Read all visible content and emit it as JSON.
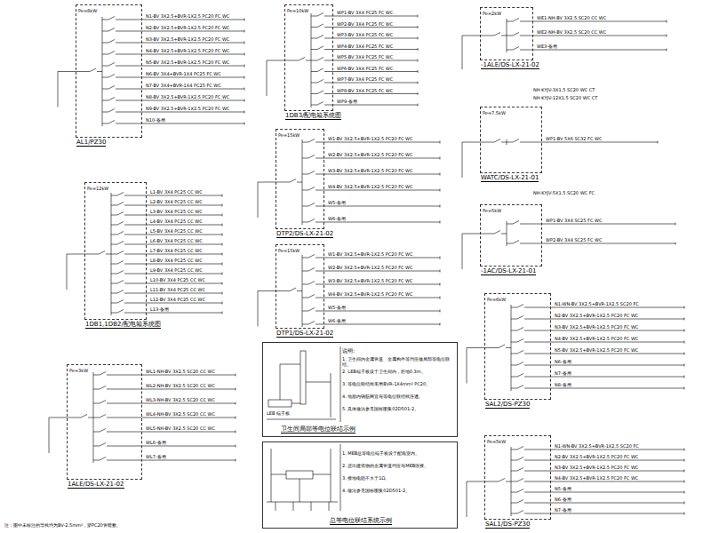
{
  "diagram": {
    "nodes": [
      {
        "text": [
          "AL1/PZ30"
        ]
      },
      {
        "text": [
          "1DB1,1DB2/配电箱系统图"
        ]
      },
      {
        "text": [
          "1ALE/DS-LX-21-02"
        ]
      },
      {
        "text": [
          "1DB3/配电箱系统图"
        ]
      },
      {
        "text": [
          "DTP2/DS-LX-21-02"
        ]
      },
      {
        "text": [
          "DTP1/DS-LX-21-02"
        ]
      },
      {
        "text": [
          "-1ALE/DS-LX-21-02"
        ]
      },
      {
        "text": [
          "WATC/DS-LX-21-01"
        ]
      },
      {
        "text": [
          "-1AC/DS-LX-21-01"
        ]
      },
      {
        "text": [
          "SAL2/DS-PZ30"
        ]
      },
      {
        "text": [
          "SAL1/DS-PZ30"
        ]
      },
      {
        "text": [
          "卫生间局部等电位联结示例"
        ]
      },
      {
        "text": [
          "总等电位联结系统示例"
        ]
      }
    ],
    "labels": [
      "N1-BV 3X2.5+BVR-1X2.5 PC20 FC WC",
      "N2-BV 3X2.5+BVR-1X2.5 PC20 FC WC",
      "N3-BV 3X2.5+BVR-1X2.5 PC20 FC WC",
      "N4-BV 3X2.5+BVR-1X2.5 PC20 FC WC",
      "N5-BV 3X2.5+BVR-1X2.5 PC20 FC WC",
      "N6-BV 3X4+BVR-1X4 PC25 FC WC",
      "N7-BV 3X4+BVR-1X4 PC25 FC WC",
      "N8-BV 3X2.5+BVR-1X2.5 PC20 FC WC",
      "N9-BV 3X2.5+BVR-1X2.5 PC20 FC WC",
      "N10-备用",
      "L1-BV 3X4 PC25 CC WC",
      "L2-BV 3X4 PC25 CC WC",
      "L3-BV 3X4 PC25 CC WC",
      "L4-BV 3X4 PC25 CC WC",
      "L5-BV 3X4 PC25 CC WC",
      "L6-BV 3X4 PC25 CC WC",
      "L7-BV 3X4 PC25 CC WC",
      "L8-BV 3X4 PC25 CC WC",
      "L9-BV 3X4 PC25 CC WC",
      "L10-BV 3X4 PC25 CC WC",
      "L11-BV 3X4 PC25 CC WC",
      "L12-BV 3X4 PC25 CC WC",
      "L13-备用",
      "WL1-NH-BV 3X2.5 SC20 CC WC",
      "WL2-NH-BV 3X2.5 SC20 CC WC",
      "WL3-NH-BV 3X2.5 SC20 CC WC",
      "WL4-NH-BV 3X2.5 SC20 CC WC",
      "WL5-NH-BV 3X2.5 SC20 CC WC",
      "WL6-备用",
      "WL7-备用",
      "WP1-BV 3X4 PC25 FC WC",
      "WP2-BV 3X4 PC25 FC WC",
      "WP3-BV 3X4 PC25 FC WC",
      "WP4-BV 3X4 PC25 FC WC",
      "WP5-BV 3X4 PC25 FC WC",
      "WP6-BV 3X4 PC25 FC WC",
      "WP7-BV 3X4 PC25 FC WC",
      "WP8-BV 3X4 PC25 FC WC",
      "WP9-备用",
      "W1-BV 3X2.5+BVR-1X2.5 PC20 FC WC",
      "W2-BV 3X2.5+BVR-1X2.5 PC20 FC WC",
      "W3-BV 3X2.5+BVR-1X2.5 PC20 FC WC",
      "W4-BV 3X2.5+BVR-1X2.5 PC20 FC WC",
      "W5-备用",
      "W6-备用",
      "W1-BV 3X2.5+BVR-1X2.5 PC20 FC WC",
      "W2-BV 3X2.5+BVR-1X2.5 PC20 FC WC",
      "W3-BV 3X2.5+BVR-1X2.5 PC20 FC WC",
      "W4-BV 3X2.5+BVR-1X2.5 PC20 FC WC",
      "W5-备用",
      "W6-备用",
      "WE1-NH-BV 3X2.5 SC20 CC WC",
      "WE2-NH-BV 3X2.5 SC20 CC WC",
      "WE3-备用",
      "WP1-BV 5X6 SC32 FC WC",
      "WP1-BV 3X4 SC25 FC WC",
      "WP2-BV 3X4 SC25 FC WC",
      "N1-WN-BV 3X2.5+BVR-1X2.5 SC20 FC",
      "N2-BV 3X2.5+BVR-1X2.5 PC20 FC WC",
      "N3-BV 3X2.5+BVR-1X2.5 PC20 FC WC",
      "N4-BV 3X2.5+BVR-1X2.5 PC20 FC WC",
      "N5-BV 3X2.5+BVR-1X2.5 PC20 FC WC",
      "N6-备用",
      "N7-备用",
      "N8-备用",
      "N1-WN-BV 3X2.5+BVR-1X2.5 SC20 FC",
      "N2-BV 3X2.5+BVR-1X2.5 PC20 FC WC",
      "N3-BV 3X2.5+BVR-1X2.5 PC20 FC WC",
      "N4-BV 3X2.5+BVR-1X2.5 PC20 FC WC",
      "N5-备用",
      "N6-备用",
      "N7-备用",
      "Pe=8kW",
      "Pe=12kW",
      "Pe=3kW",
      "Pe=10kW",
      "Pe=15kW",
      "Pe=15kW",
      "Pe=2kW",
      "Pe=7.5kW",
      "Pe=5kW",
      "Pe=6kW",
      "Pe=5kW",
      "NH-KYJV-3X1.5 SC20 WC CT",
      "NH-KYJV-12X1.5 SC20 WC CT",
      "NH-KYJV-5X1.5 SC20 WC FC",
      "说明:",
      "1. 卫生间内金属管道、金属构件等均应做局部等电位联结。",
      "2. LEB端子板设于卫生间内，距地0.3m。",
      "3. 等电位联结线采用BVR-1X4mm² PC20。",
      "4. 地面内钢筋网宜与等电位联结线连通。",
      "5. 具体做法参见国标图集02D501-2。",
      "LEB 端子板",
      "1. MEB总等电位端子板设于配电室内。",
      "2. 进出建筑物的金属管道均应与MEB连接。",
      "3. 接地电阻不大于1Ω。",
      "4. 做法参见国标图集02D501-2。",
      "注：图中未标注的导线均为BV-2.5mm²，穿PC20管暗敷。"
    ]
  }
}
